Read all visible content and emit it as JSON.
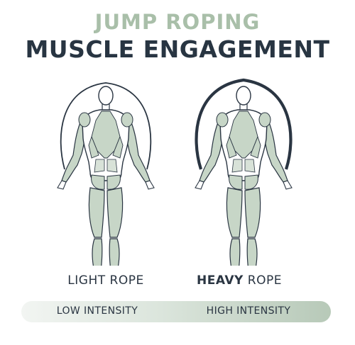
{
  "header": {
    "title_top": "JUMP ROPING",
    "title_main": "MUSCLE ENGAGEMENT"
  },
  "figures": [
    {
      "rope_label_prefix": "LIGHT",
      "rope_label_suffix": " ROPE"
    },
    {
      "rope_label_prefix": "HEAVY",
      "rope_label_suffix": " ROPE"
    }
  ],
  "intensity": {
    "low_label": "LOW INTENSITY",
    "high_label": "HIGH INTENSITY"
  },
  "colors": {
    "title_top": "#a9bfa9",
    "title_main": "#283542",
    "muscle_fill": "#c7d6c7",
    "outline": "#2a3542"
  }
}
